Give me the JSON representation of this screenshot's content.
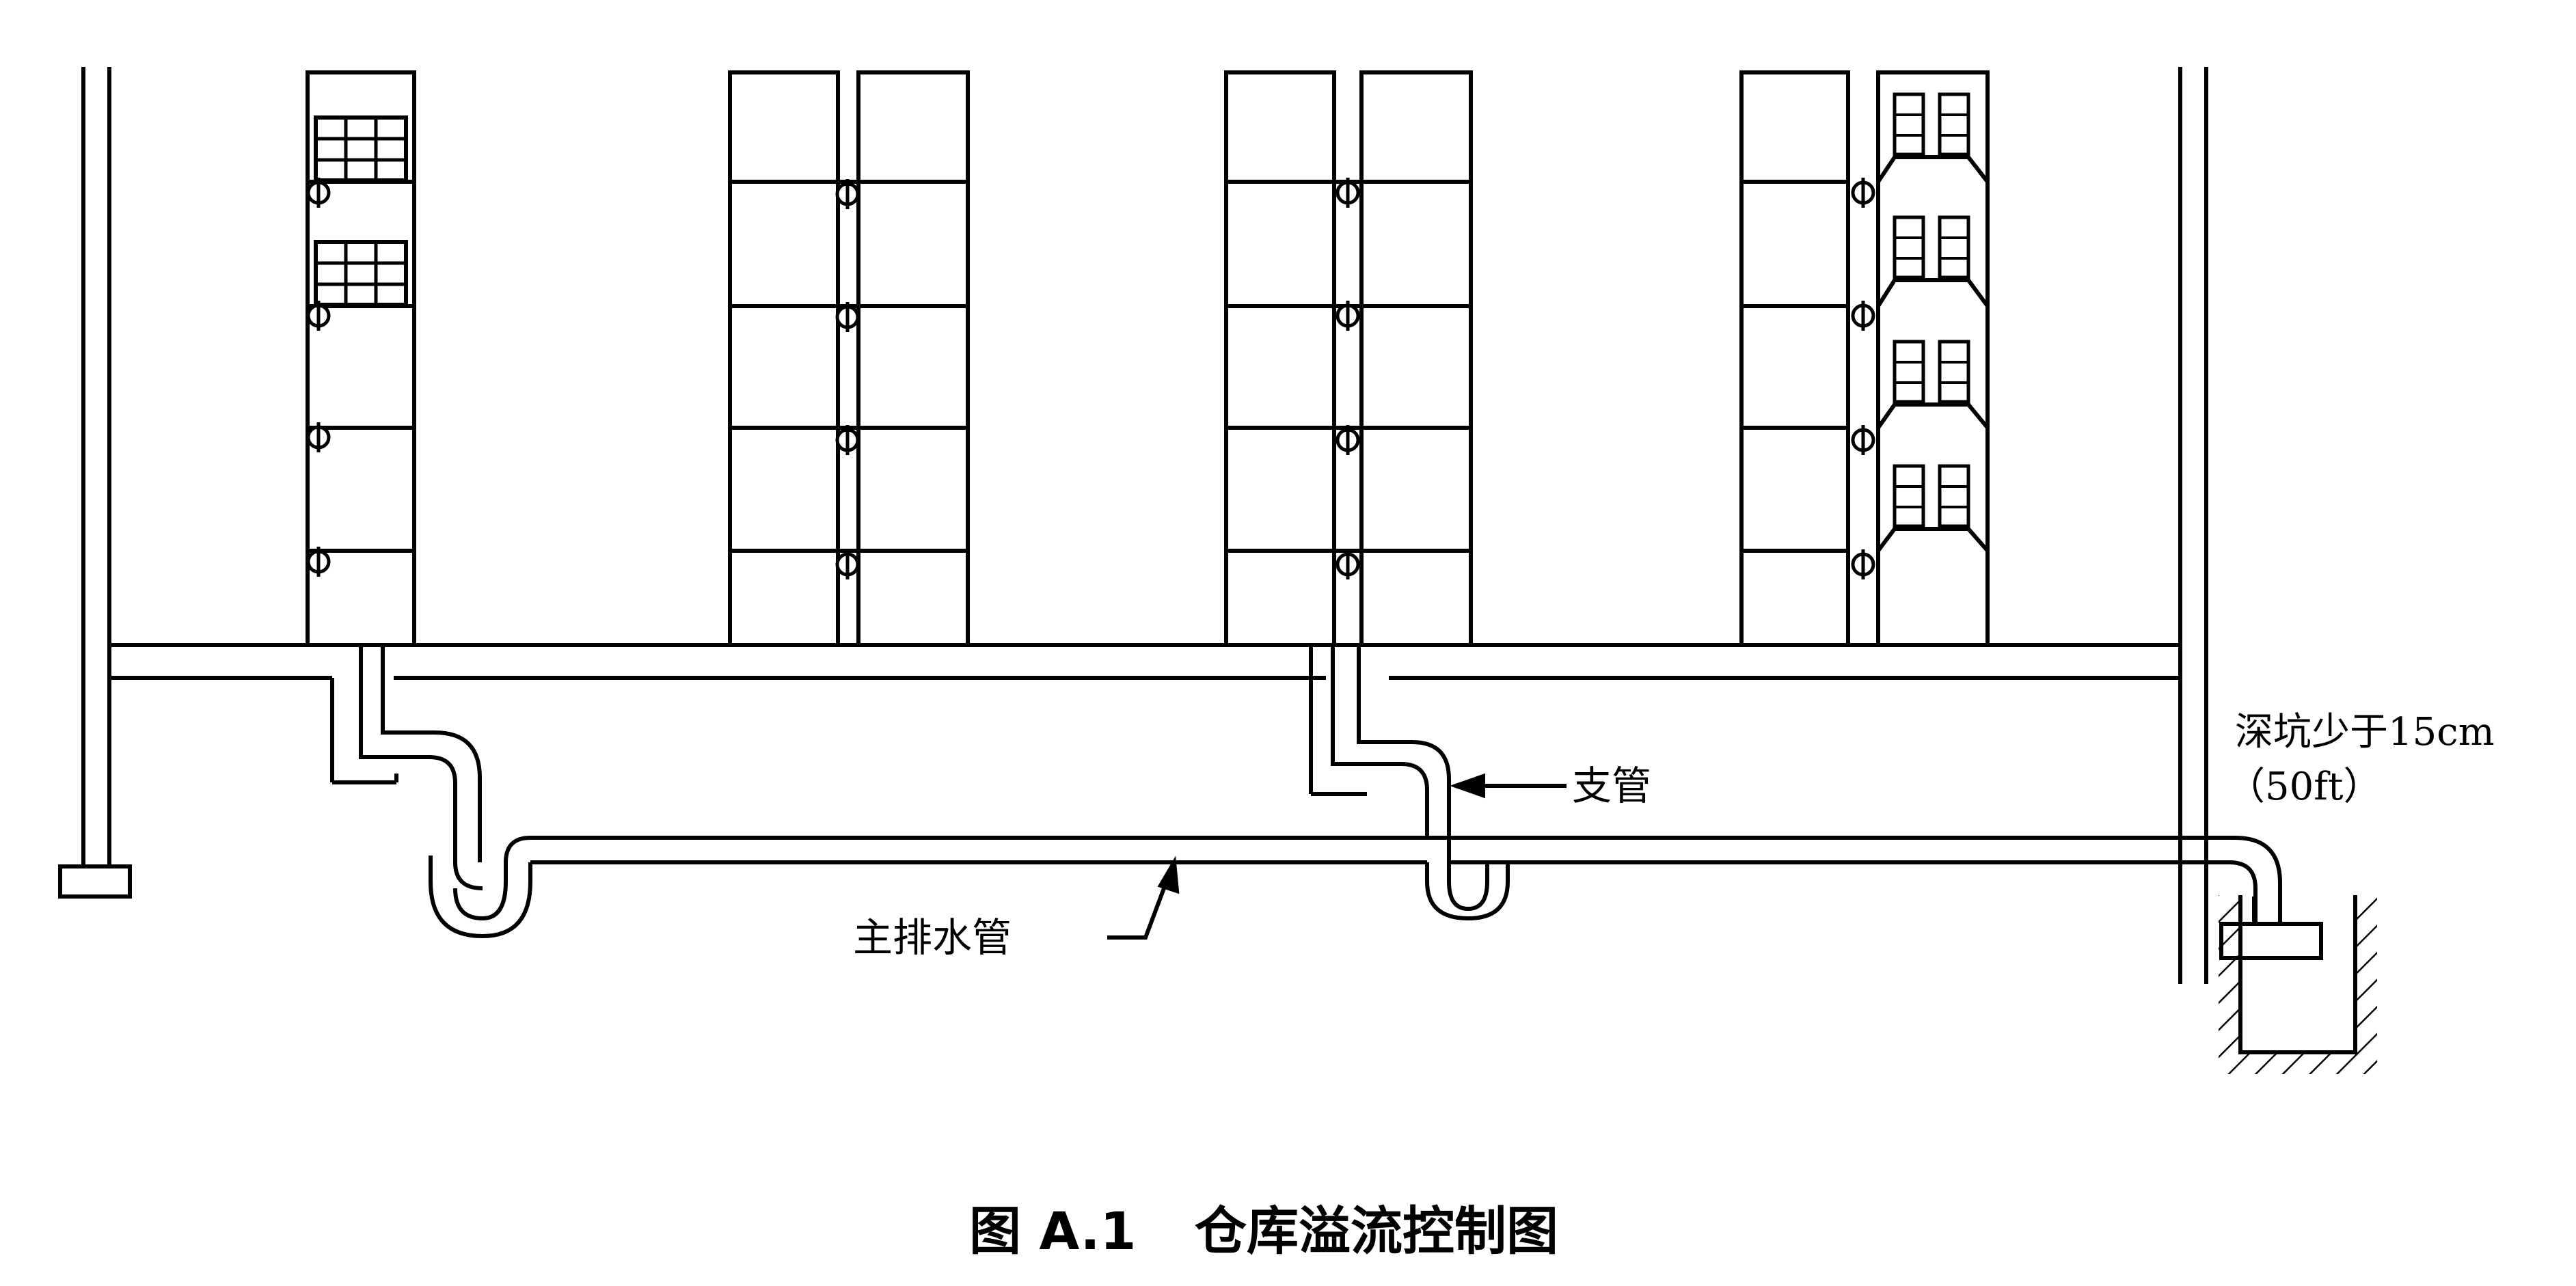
{
  "labels": {
    "branch_pipe": "支管",
    "main_drain": "主排水管",
    "pit_note_line1": "深坑少于15cm",
    "pit_note_line2": "（50ft）"
  },
  "caption": {
    "number": "图 A.1",
    "title": "仓库溢流控制图"
  },
  "colors": {
    "stroke": "#000000",
    "background": "#ffffff"
  }
}
